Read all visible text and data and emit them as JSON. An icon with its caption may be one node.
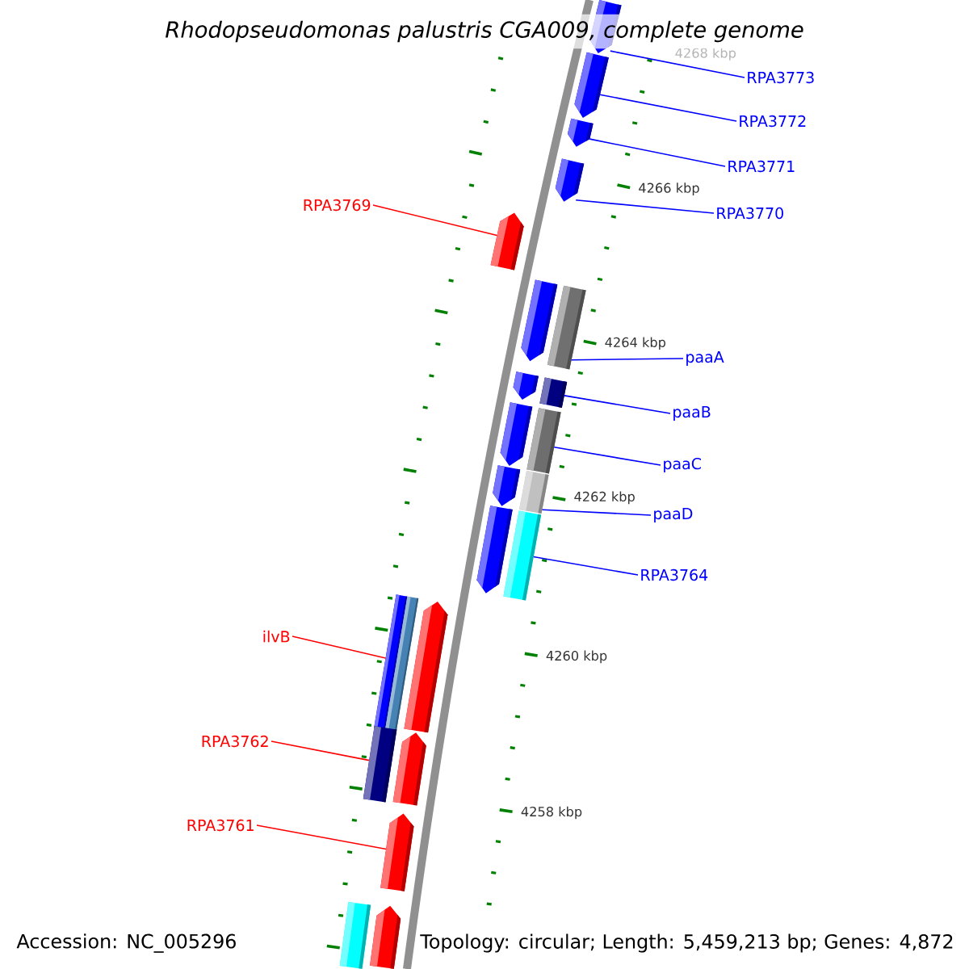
{
  "diagram": {
    "title": "Rhodopseudomonas palustris CGA009, complete genome",
    "nodes": [
      {
        "text": [
          "RPA3773"
        ]
      },
      {
        "text": [
          "RPA3772"
        ]
      },
      {
        "text": [
          "RPA3771"
        ]
      },
      {
        "text": [
          "RPA3769"
        ]
      },
      {
        "text": [
          "RPA3770"
        ]
      },
      {
        "text": [
          "paaA"
        ]
      },
      {
        "text": [
          "paaB"
        ]
      },
      {
        "text": [
          "paaC"
        ]
      },
      {
        "text": [
          "paaD"
        ]
      },
      {
        "text": [
          "RPA3764"
        ]
      },
      {
        "text": [
          "ilvB"
        ]
      },
      {
        "text": [
          "RPA3762"
        ]
      },
      {
        "text": [
          "RPA3761"
        ]
      },
      {
        "text": [],
        "shape": "pentagon"
      },
      {
        "text": [],
        "shape": "pentagon"
      },
      {
        "text": [],
        "shape": "pentagon"
      },
      {
        "text": [],
        "shape": "pentagon"
      },
      {
        "text": [],
        "shape": "pentagon"
      },
      {
        "text": [],
        "shape": "pentagon"
      },
      {
        "text": [],
        "shape": "box"
      },
      {
        "text": [],
        "shape": "pentagon"
      },
      {
        "text": [],
        "shape": "box"
      },
      {
        "text": [],
        "shape": "pentagon"
      },
      {
        "text": [],
        "shape": "box"
      },
      {
        "text": [],
        "shape": "pentagon"
      },
      {
        "text": [],
        "shape": "box"
      },
      {
        "text": [],
        "shape": "pentagon"
      },
      {
        "text": [],
        "shape": "box"
      },
      {
        "text": [],
        "shape": "box"
      },
      {
        "text": [],
        "shape": "box"
      },
      {
        "text": [],
        "shape": "pentagon"
      },
      {
        "text": [],
        "shape": "box"
      },
      {
        "text": [],
        "shape": "pentagon"
      },
      {
        "text": [],
        "shape": "pentagon"
      },
      {
        "text": [],
        "shape": "box"
      },
      {
        "text": [],
        "shape": "pentagon"
      }
    ],
    "edges": [
      {
        "from": 0,
        "to": 13,
        "arrow": "none"
      },
      {
        "from": 1,
        "to": 14,
        "arrow": "none"
      },
      {
        "from": 2,
        "to": 15,
        "arrow": "none"
      },
      {
        "from": 3,
        "to": 17,
        "arrow": "none",
        "color": "#ff0000"
      },
      {
        "from": 4,
        "to": 16,
        "arrow": "none"
      },
      {
        "from": 5,
        "to": 19,
        "arrow": "none"
      },
      {
        "from": 6,
        "to": 21,
        "arrow": "none"
      },
      {
        "from": 7,
        "to": 23,
        "arrow": "none"
      },
      {
        "from": 8,
        "to": 25,
        "arrow": "none"
      },
      {
        "from": 9,
        "to": 27,
        "arrow": "none"
      },
      {
        "from": 10,
        "to": 28,
        "arrow": "none",
        "color": "#ff0000"
      },
      {
        "from": 11,
        "to": 31,
        "arrow": "none",
        "color": "#ff0000"
      },
      {
        "from": 12,
        "to": 33,
        "arrow": "none",
        "color": "#ff0000"
      }
    ],
    "labels": [
      "4268 kbp",
      "4266 kbp",
      "4264 kbp",
      "4262 kbp",
      "4260 kbp",
      "4258 kbp",
      "Accession: NC_005296",
      "Topology: circular; Length: 5,459,213 bp; Genes: 4,872"
    ]
  }
}
